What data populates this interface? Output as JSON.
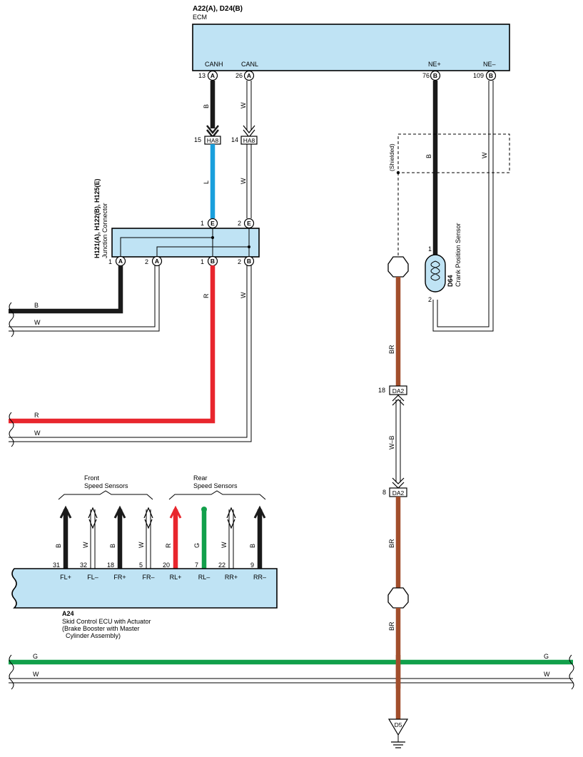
{
  "ecm": {
    "id": "A22(A), D24(B)",
    "name": "ECM",
    "pins": [
      {
        "num": "13",
        "conn": "A",
        "label": "CANH"
      },
      {
        "num": "26",
        "conn": "A",
        "label": "CANL"
      },
      {
        "num": "76",
        "conn": "B",
        "label": "NE+"
      },
      {
        "num": "109",
        "conn": "B",
        "label": "NE–"
      }
    ]
  },
  "ha8": {
    "name": "HA8",
    "pins": [
      {
        "num": "15"
      },
      {
        "num": "14"
      }
    ]
  },
  "junction": {
    "id": "H121(A), H122(B), H125(E)",
    "name": "Junction Connector",
    "top_pins": [
      {
        "num": "1",
        "conn": "E"
      },
      {
        "num": "2",
        "conn": "E"
      }
    ],
    "bottom_pins": [
      {
        "num": "1",
        "conn": "A"
      },
      {
        "num": "2",
        "conn": "A"
      },
      {
        "num": "1",
        "conn": "B"
      },
      {
        "num": "2",
        "conn": "B"
      }
    ]
  },
  "sensor": {
    "id": "D64",
    "name": "Crank Position Sensor",
    "pin1": "1",
    "pin2": "2",
    "shielded": "(Shielded)"
  },
  "da2": {
    "name": "DA2",
    "pin_top": "18",
    "pin_bottom": "8"
  },
  "ground": {
    "name": "D5"
  },
  "skid_ecu": {
    "id": "A24",
    "line1": "Skid Control ECU with Actuator",
    "line2": "(Brake Booster with Master",
    "line3": "Cylinder Assembly)",
    "pins": [
      {
        "num": "31",
        "label": "FL+",
        "wire": "B"
      },
      {
        "num": "32",
        "label": "FL–",
        "wire": "W"
      },
      {
        "num": "18",
        "label": "FR+",
        "wire": "B"
      },
      {
        "num": "5",
        "label": "FR–",
        "wire": "W"
      },
      {
        "num": "20",
        "label": "RL+",
        "wire": "R"
      },
      {
        "num": "7",
        "label": "RL–",
        "wire": "G"
      },
      {
        "num": "22",
        "label": "RR+",
        "wire": "W"
      },
      {
        "num": "9",
        "label": "RR–",
        "wire": "B"
      }
    ],
    "front_group": {
      "line1": "Front",
      "line2": "Speed Sensors"
    },
    "rear_group": {
      "line1": "Rear",
      "line2": "Speed Sensors"
    }
  },
  "wire_colors": {
    "canh_top": "B",
    "canl_top": "W",
    "canh_mid": "L",
    "canl_mid": "W",
    "ne_plus": "B",
    "ne_minus": "W",
    "jc_out_r": "R",
    "jc_out_w": "W",
    "shield": "BR",
    "da2_link": "W–B",
    "shield_low": "BR",
    "ground_wire": "BR",
    "left_b": "B",
    "left_w1": "W",
    "left_r": "R",
    "left_w2": "W",
    "bus_g_left": "G",
    "bus_g_right": "G",
    "bus_w_left": "W",
    "bus_w_right": "W"
  },
  "colors": {
    "black": "#1a1a1a",
    "blue": "#1a9fdc",
    "red": "#e8262d",
    "green": "#12a04b",
    "brown": "#a24e2c",
    "box_fill": "#bfe3f4"
  }
}
